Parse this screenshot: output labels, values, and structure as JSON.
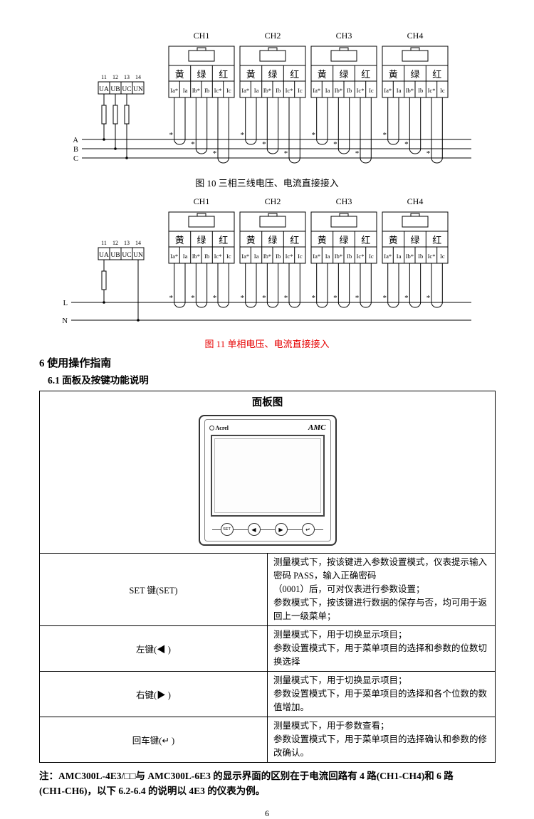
{
  "shared": {
    "channels": [
      "CH1",
      "CH2",
      "CH3",
      "CH4"
    ],
    "colors": [
      "黄",
      "绿",
      "红"
    ],
    "terminals": [
      "Ia*",
      "Ia",
      "Ib*",
      "Ib",
      "Ic*",
      "Ic"
    ],
    "numbers": [
      "11",
      "12",
      "13",
      "14"
    ],
    "voltage": [
      "UA",
      "UB",
      "UC",
      "UN"
    ],
    "stars": [
      "*",
      "*",
      "*"
    ]
  },
  "figure10": {
    "lines": [
      "A",
      "B",
      "C"
    ],
    "caption": "图 10 三相三线电压、电流直接接入"
  },
  "figure11": {
    "lines": [
      "L",
      "N"
    ],
    "caption": "图 11 单相电压、电流直接接入"
  },
  "section": {
    "heading": "6 使用操作指南",
    "subheading": "6.1 面板及按键功能说明"
  },
  "panel": {
    "title": "面板图",
    "brand_left": "Acrel",
    "brand_right": "AMC",
    "buttons": [
      "SET",
      "◀",
      "▶",
      "↵"
    ]
  },
  "key_table": {
    "rows": [
      {
        "key": "SET 键(SET)",
        "lines": [
          "测量模式下，按该键进入参数设置模式，仪表提示输入密码 PASS，输入正确密码",
          "（0001）后，可对仪表进行参数设置；",
          "参数模式下，按该键进行数据的保存与否，均可用于返回上一级菜单；"
        ]
      },
      {
        "key": "左键(◀ )",
        "lines": [
          "测量模式下，用于切换显示项目；",
          "参数设置模式下，用于菜单项目的选择和参数的位数切换选择"
        ]
      },
      {
        "key": "右键(▶ )",
        "lines": [
          "测量模式下，用于切换显示项目；",
          "参数设置模式下，用于菜单项目的选择和各个位数的数值增加。"
        ]
      },
      {
        "key": "回车键(↵ )",
        "lines": [
          "测量模式下，用于参数查看；",
          "参数设置模式下，用于菜单项目的选择确认和参数的修改确认。"
        ]
      }
    ]
  },
  "note": "注：AMC300L-4E3/□□与 AMC300L-6E3 的显示界面的区别在于电流回路有 4 路(CH1-CH4)和 6 路\n(CH1-CH6)，以下 6.2-6.4 的说明以 4E3 的仪表为例。",
  "page_number": "6",
  "accent_red": "#e60000"
}
